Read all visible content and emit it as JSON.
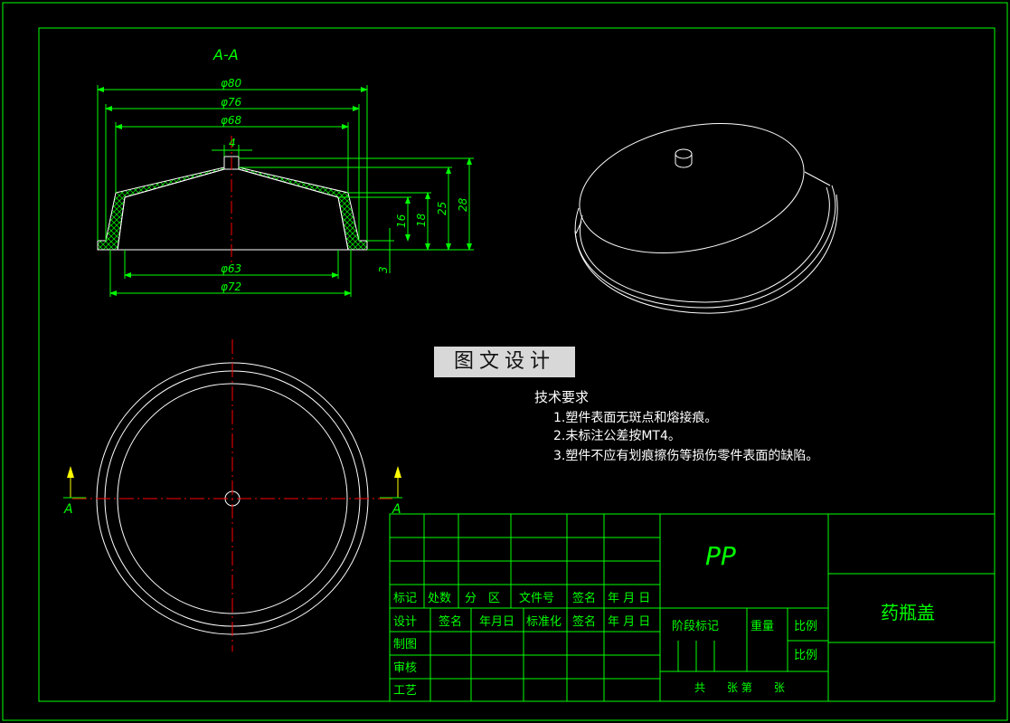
{
  "section": {
    "label": "A-A",
    "marker": "A"
  },
  "dimensions": {
    "d80": "φ80",
    "d76": "φ76",
    "d68": "φ68",
    "w4": "4",
    "d63": "φ63",
    "d72": "φ72",
    "h3": "3",
    "h16": "16",
    "h18": "18",
    "h25": "25",
    "h28": "28"
  },
  "tech": {
    "title": "技术要求",
    "items": [
      "1.塑件表面无斑点和熔接痕。",
      "2.未标注公差按MT4。",
      "3.塑件不应有划痕擦伤等损伤零件表面的缺陷。"
    ]
  },
  "watermark": "图文设计",
  "titleblock": {
    "material": "PP",
    "part_name": "药瓶盖",
    "row_labels": [
      "标记",
      "处数",
      "分　区",
      "文件号",
      "签名",
      "年 月 日"
    ],
    "design_row": [
      "设计",
      "签名",
      "年月日",
      "标准化",
      "签名",
      "年 月 日"
    ],
    "left_labels": [
      "制图",
      "审核",
      "工艺"
    ],
    "stage": "阶段标记",
    "weight": "重量",
    "scale": "比例",
    "scale2": "比例",
    "sheets": "共　　张 第　　张"
  },
  "colors": {
    "line": "#00ff00",
    "part": "#ffffff",
    "center": "#ff0000",
    "arrow": "#ffff00"
  }
}
